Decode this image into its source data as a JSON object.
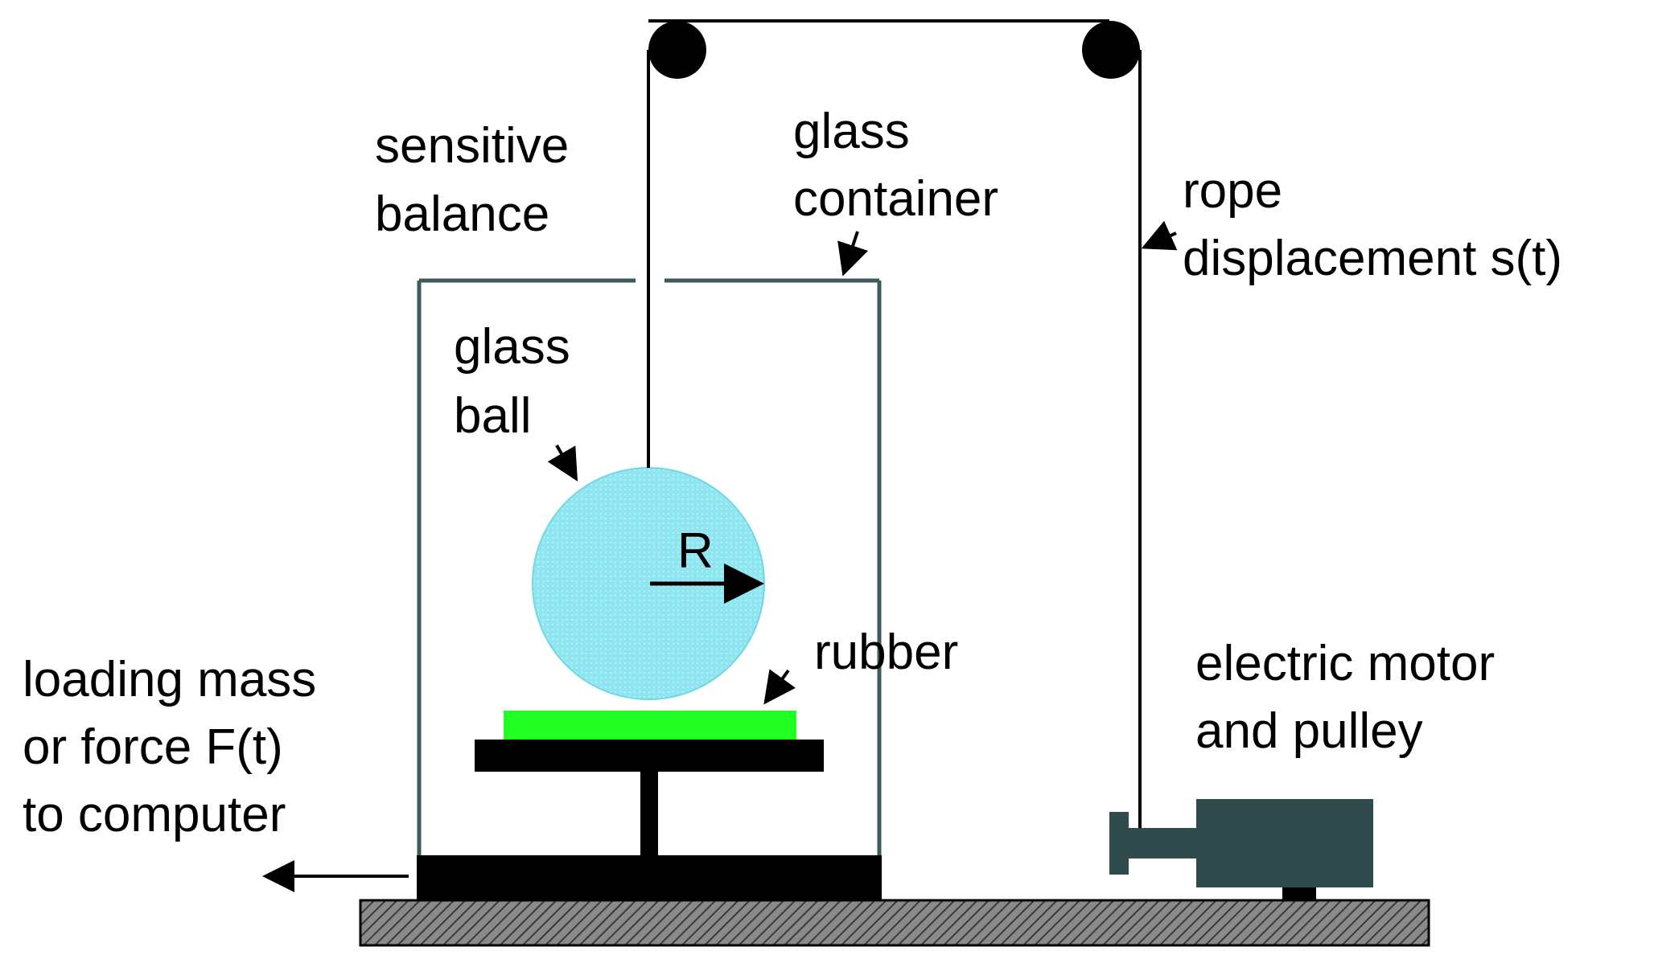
{
  "labels": {
    "sensitive_balance": [
      "sensitive",
      "balance"
    ],
    "glass_container": [
      "glass",
      "container"
    ],
    "rope_displacement": [
      "rope",
      "displacement s(t)"
    ],
    "glass_ball": [
      "glass",
      "ball"
    ],
    "radius": "R",
    "rubber": "rubber",
    "electric_motor": [
      "electric motor",
      "and pulley"
    ],
    "loading_mass": [
      "loading mass",
      "or force F(t)",
      "to computer"
    ]
  },
  "colors": {
    "ball": "#8fe6f0",
    "rubber": "#22ff22",
    "container": "#3e5a5a",
    "motor": "#2f4b4b",
    "base_hatch": "#555555",
    "ink": "#000000"
  }
}
